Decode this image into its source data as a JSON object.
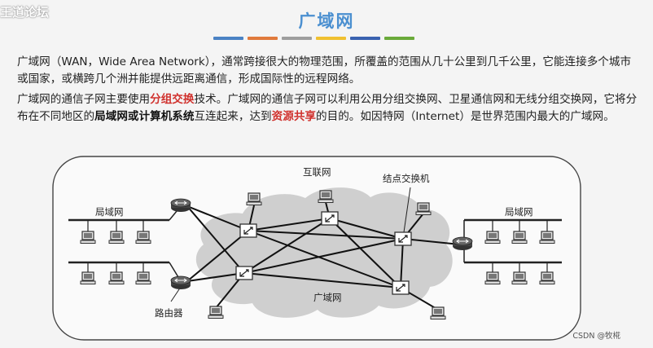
{
  "watermark_top": "王道论坛",
  "title": "广域网",
  "color_bars": [
    "#4a82c4",
    "#e07a3c",
    "#9e9e9e",
    "#f0c030",
    "#3a62b0",
    "#6aaa3a"
  ],
  "paragraph1": "广域网（WAN，Wide Area Network），通常跨接很大的物理范围，所覆盖的范围从几十公里到几千公里，它能连接多个城市或国家，或横跨几个洲并能提供远距离通信，形成国际性的远程网络。",
  "paragraph2": {
    "t1": "广域网的通信子网主要使用",
    "h1": "分组交换",
    "t2": "技术。广域网的通信子网可以利用公用分组交换网、卫星通信网和无线分组交换网，它将分布在不同地区的",
    "h2": "局域网或计算机系统",
    "t3": "互连起来，达到",
    "h3": "资源共享",
    "t4": "的目的。如因特网（Internet）是世界范围内最大的广域网。"
  },
  "diagram": {
    "label_internet": "互联网",
    "label_node_switch": "结点交换机",
    "label_lan_left": "局域网",
    "label_lan_right": "局域网",
    "label_router": "路由器",
    "label_wan": "广域网"
  },
  "watermark_bottom": "CSDN @牧椛"
}
